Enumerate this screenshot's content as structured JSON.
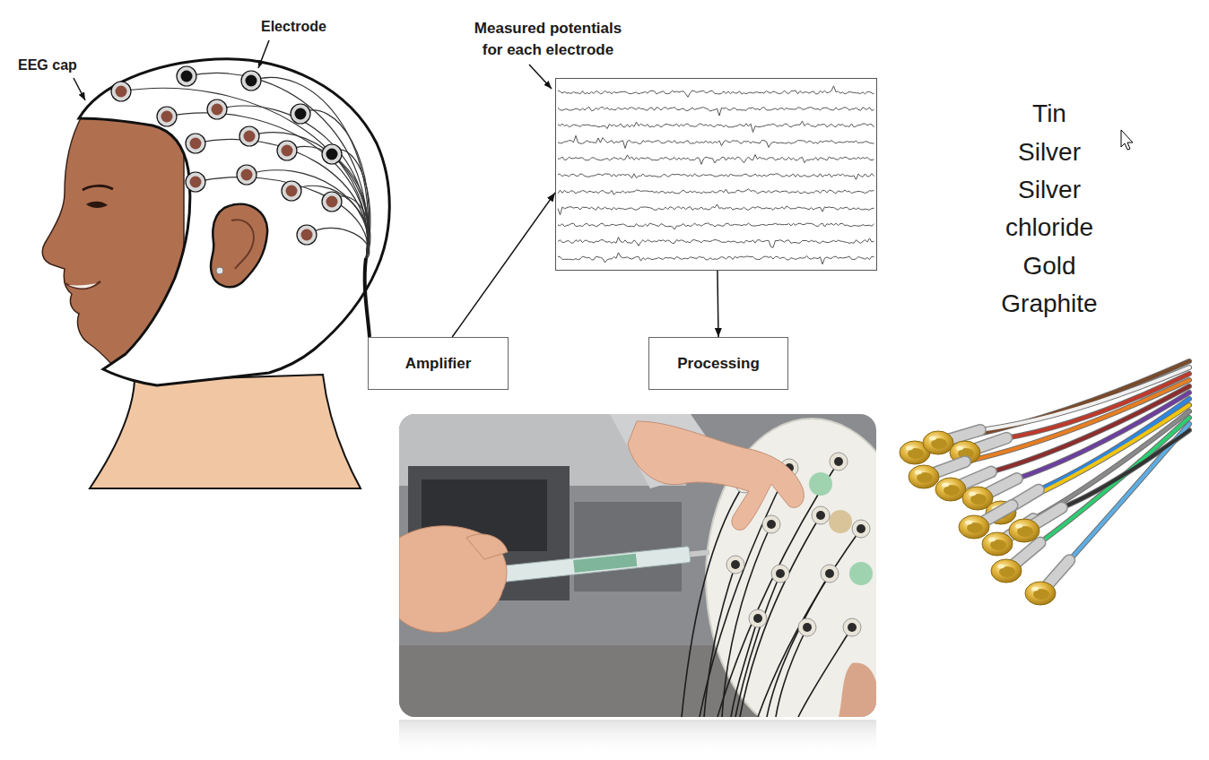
{
  "diagram": {
    "nodes": [
      {
        "text": [
          "Measured potentials for each electrode"
        ]
      },
      {
        "text": [
          "Amplifier"
        ]
      },
      {
        "text": [
          "Processing"
        ]
      }
    ],
    "edges": [
      {
        "from": 1,
        "to": 0,
        "arrow": "to"
      },
      {
        "from": 0,
        "to": 2,
        "arrow": "to"
      }
    ],
    "labels": [
      "EEG cap",
      "Electrode",
      "Tin",
      "Silver",
      "Silver chloride",
      "Gold",
      "Graphite"
    ]
  }
}
